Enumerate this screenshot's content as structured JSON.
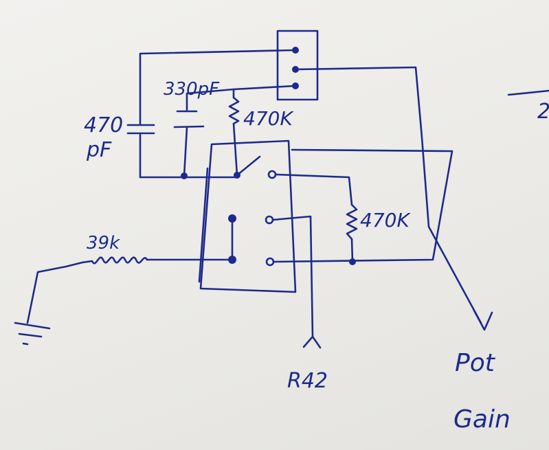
{
  "labels": {
    "cap_left_value": "470",
    "cap_left_unit": "pF",
    "cap_mid": "330pF",
    "res_top": "470K",
    "res_right": "470K",
    "res_input": "39k",
    "pin_r42": "R42",
    "pot_line1": "Pot",
    "pot_line2": "Gain",
    "edge_fragment": "2"
  },
  "colors": {
    "ink": "#1d2a8c",
    "paper": "#efeeeb"
  }
}
